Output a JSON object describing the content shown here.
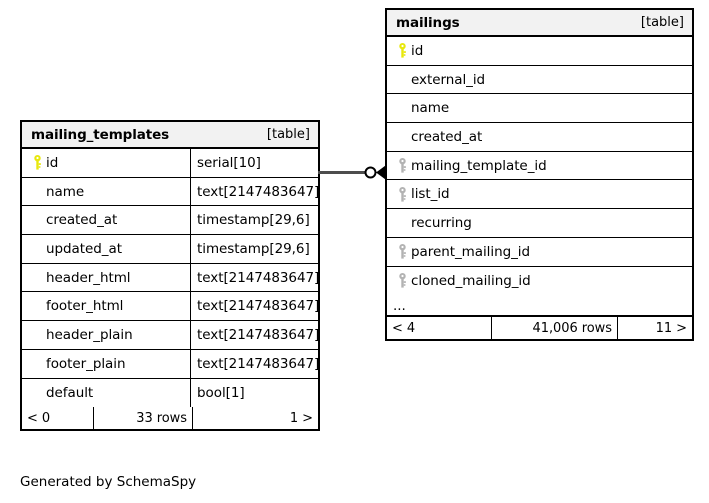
{
  "diagram": {
    "generator_note": "Generated by SchemaSpy",
    "table_kind_label": "[table]",
    "ellipsis": "...",
    "pk_key_color": "#e8e80d",
    "fk_key_color": "#b3b3b3",
    "header_bg": "#f2f2f2",
    "border_color": "#000000",
    "canvas_bg": "#ffffff"
  },
  "tables": {
    "mailing_templates": {
      "name": "mailing_templates",
      "kind": "[table]",
      "columns": [
        {
          "name": "id",
          "type": "serial[10]",
          "key": "primary"
        },
        {
          "name": "name",
          "type": "text[2147483647]",
          "key": "none"
        },
        {
          "name": "created_at",
          "type": "timestamp[29,6]",
          "key": "none"
        },
        {
          "name": "updated_at",
          "type": "timestamp[29,6]",
          "key": "none"
        },
        {
          "name": "header_html",
          "type": "text[2147483647]",
          "key": "none"
        },
        {
          "name": "footer_html",
          "type": "text[2147483647]",
          "key": "none"
        },
        {
          "name": "header_plain",
          "type": "text[2147483647]",
          "key": "none"
        },
        {
          "name": "footer_plain",
          "type": "text[2147483647]",
          "key": "none"
        },
        {
          "name": "default",
          "type": "bool[1]",
          "key": "none"
        }
      ],
      "has_ellipsis_row": false,
      "footer": {
        "left": "< 0",
        "middle": "33 rows",
        "right": "1 >"
      }
    },
    "mailings": {
      "name": "mailings",
      "kind": "[table]",
      "columns": [
        {
          "name": "id",
          "type": "",
          "key": "primary"
        },
        {
          "name": "external_id",
          "type": "",
          "key": "none"
        },
        {
          "name": "name",
          "type": "",
          "key": "none"
        },
        {
          "name": "created_at",
          "type": "",
          "key": "none"
        },
        {
          "name": "mailing_template_id",
          "type": "",
          "key": "foreign"
        },
        {
          "name": "list_id",
          "type": "",
          "key": "foreign"
        },
        {
          "name": "recurring",
          "type": "",
          "key": "none"
        },
        {
          "name": "parent_mailing_id",
          "type": "",
          "key": "foreign"
        },
        {
          "name": "cloned_mailing_id",
          "type": "",
          "key": "foreign"
        }
      ],
      "has_ellipsis_row": true,
      "footer": {
        "left": "< 4",
        "middle": "41,006 rows",
        "right": "11 >"
      }
    }
  },
  "relationship": {
    "from_table": "mailing_templates",
    "from_column": "id",
    "to_table": "mailings",
    "to_column": "mailing_template_id",
    "cardinality": "zero-or-many"
  }
}
